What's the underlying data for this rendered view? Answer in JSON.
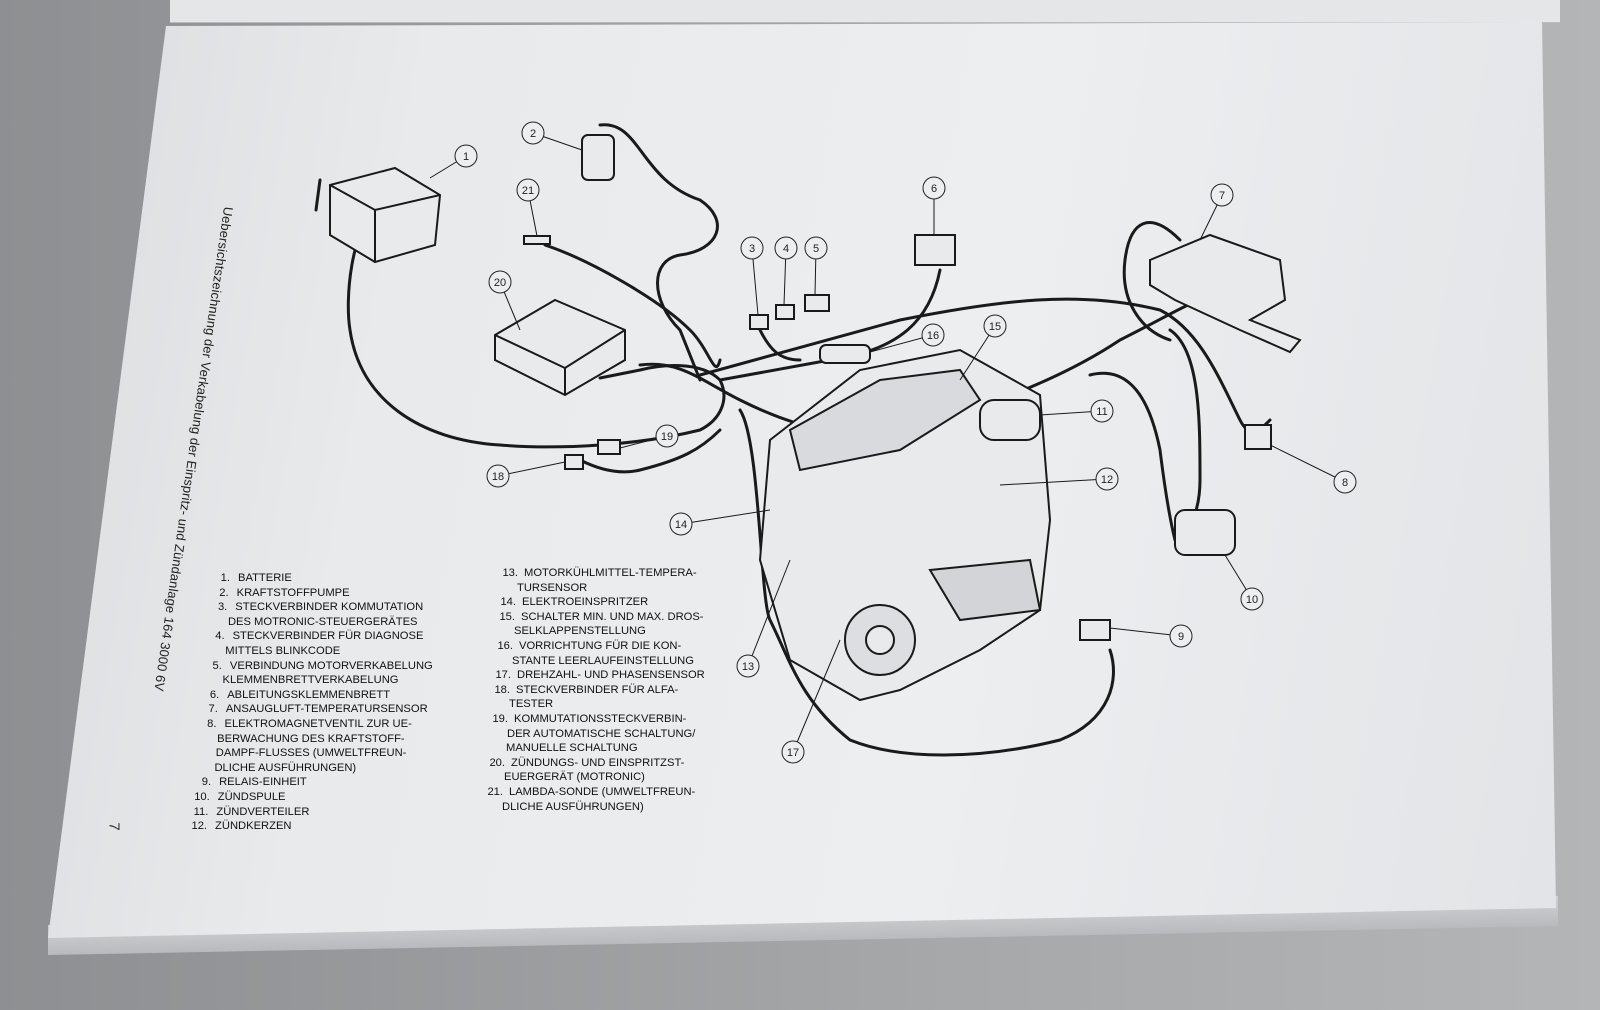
{
  "title": "Uebersichtszeichnung der Verkabelung der Einspritz- und Zündanlage 164 3000 6V",
  "page_number": "7",
  "callouts": [
    "1",
    "2",
    "3",
    "4",
    "5",
    "6",
    "7",
    "8",
    "9",
    "10",
    "11",
    "12",
    "13",
    "14",
    "15",
    "16",
    "17",
    "18",
    "19",
    "20",
    "21"
  ],
  "legend_left": [
    {
      "num": "1.",
      "lines": [
        "BATTERIE"
      ]
    },
    {
      "num": "2.",
      "lines": [
        "KRAFTSTOFFPUMPE"
      ]
    },
    {
      "num": "3.",
      "lines": [
        "STECKVERBINDER KOMMUTATION",
        "DES MOTRONIC-STEUERGERÄTES"
      ]
    },
    {
      "num": "4.",
      "lines": [
        "STECKVERBINDER FÜR DIAGNOSE",
        "MITTELS BLINKCODE"
      ]
    },
    {
      "num": "5.",
      "lines": [
        "VERBINDUNG MOTORVERKABELUNG",
        "KLEMMENBRETTVERKABELUNG"
      ]
    },
    {
      "num": "6.",
      "lines": [
        "ABLEITUNGSKLEMMENBRETT"
      ]
    },
    {
      "num": "7.",
      "lines": [
        "ANSAUGLUFT-TEMPERATURSENSOR"
      ]
    },
    {
      "num": "8.",
      "lines": [
        "ELEKTROMAGNETVENTIL ZUR UE-",
        "BERWACHUNG DES KRAFTSTOFF-",
        "DAMPF-FLUSSES (UMWELTFREUN-",
        "DLICHE AUSFÜHRUNGEN)"
      ]
    },
    {
      "num": "9.",
      "lines": [
        "RELAIS-EINHEIT"
      ]
    },
    {
      "num": "10.",
      "lines": [
        "ZÜNDSPULE"
      ]
    },
    {
      "num": "11.",
      "lines": [
        "ZÜNDVERTEILER"
      ]
    },
    {
      "num": "12.",
      "lines": [
        "ZÜNDKERZEN"
      ]
    }
  ],
  "legend_right": [
    {
      "num": "13.",
      "lines": [
        "MOTORKÜHLMITTEL-TEMPERA-",
        "TURSENSOR"
      ]
    },
    {
      "num": "14.",
      "lines": [
        "ELEKTROEINSPRITZER"
      ]
    },
    {
      "num": "15.",
      "lines": [
        "SCHALTER MIN. UND MAX. DROS-",
        "SELKLAPPENSTELLUNG"
      ]
    },
    {
      "num": "16.",
      "lines": [
        "VORRICHTUNG FÜR DIE KON-",
        "STANTE LEERLAUFEINSTELLUNG"
      ]
    },
    {
      "num": "17.",
      "lines": [
        "DREHZAHL- UND PHASENSENSOR"
      ]
    },
    {
      "num": "18.",
      "lines": [
        "STECKVERBINDER FÜR ALFA-",
        "TESTER"
      ]
    },
    {
      "num": "19.",
      "lines": [
        "KOMMUTATIONSSTECKVERBIN-",
        "DER AUTOMATISCHE SCHALTUNG/",
        "MANUELLE SCHALTUNG"
      ]
    },
    {
      "num": "20.",
      "lines": [
        "ZÜNDUNGS- UND EINSPRITZST-",
        "EUERGERÄT (MOTRONIC)"
      ]
    },
    {
      "num": "21.",
      "lines": [
        "LAMBDA-SONDE (UMWELTFREUN-",
        "DLICHE AUSFÜHRUNGEN)"
      ]
    }
  ]
}
